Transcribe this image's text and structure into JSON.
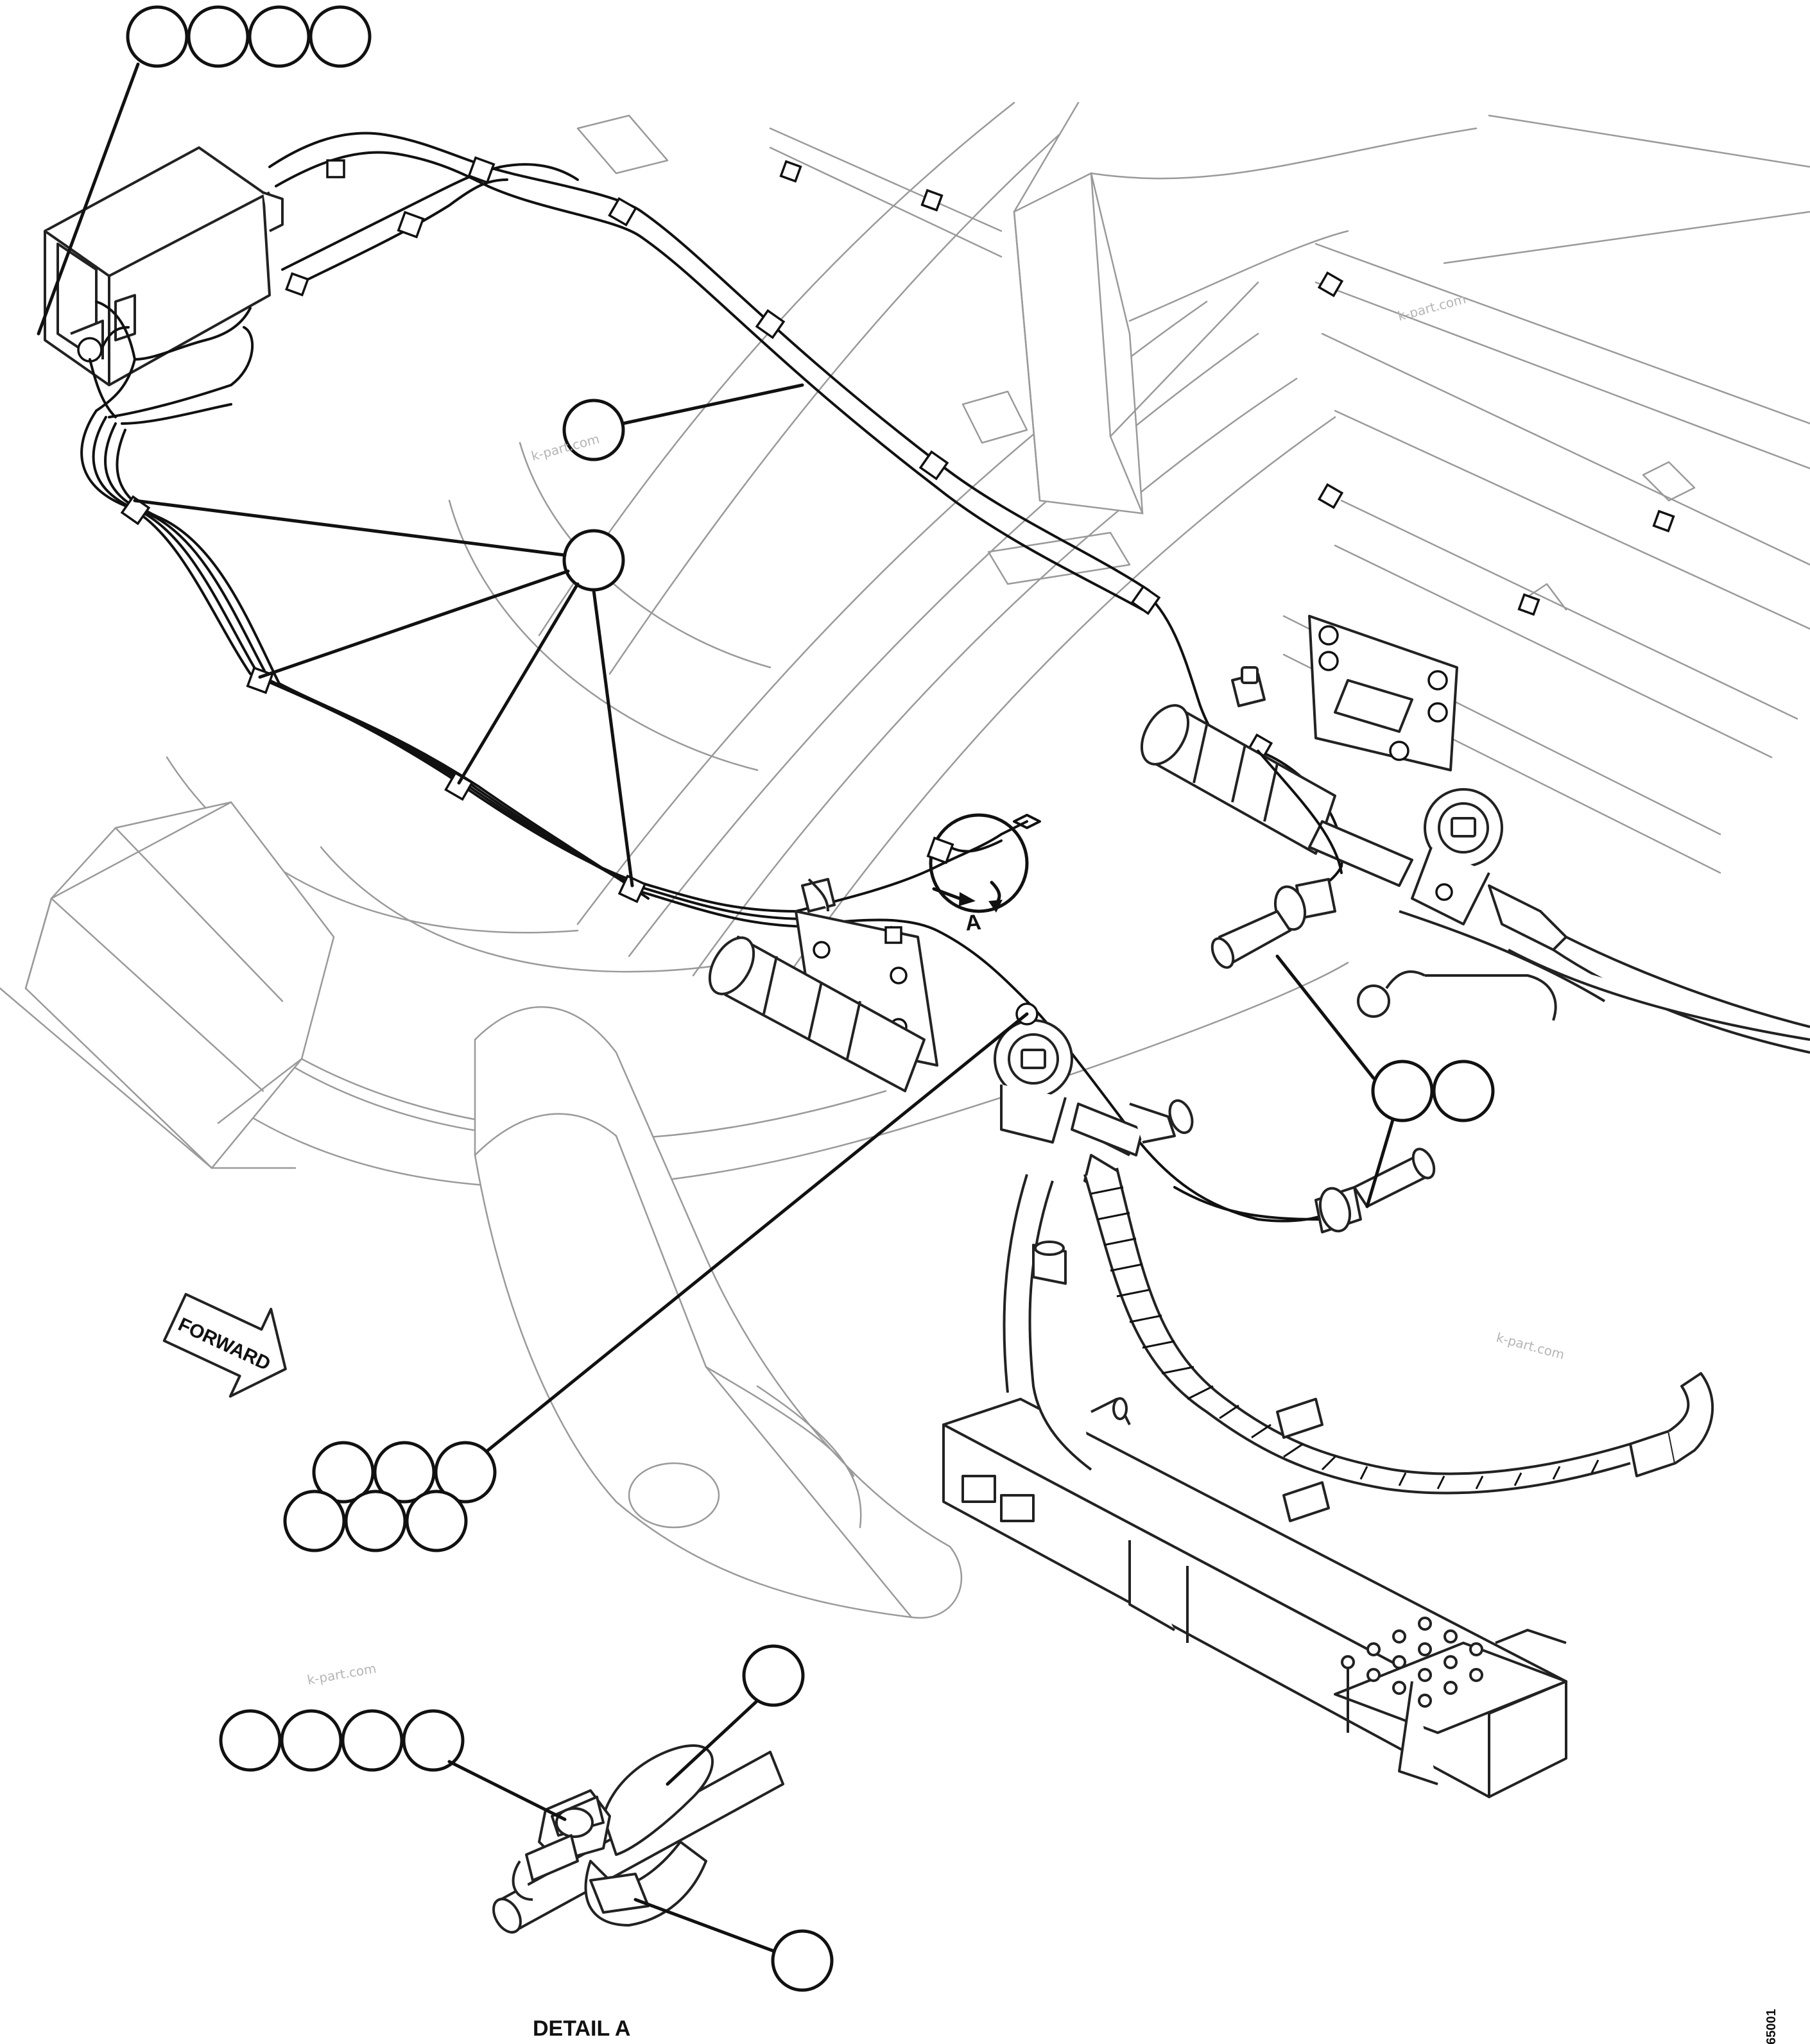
{
  "labels": {
    "forward": "FORWARD",
    "detail_marker": "A",
    "detail_title": "DETAIL A",
    "drawing_number": "65001"
  },
  "watermarks": [
    "k-part.com",
    "k-part.com",
    "k-part.com",
    "k-part.com"
  ],
  "callout_groups": [
    {
      "id": "top-left",
      "bubbles": 4
    },
    {
      "id": "harness-main",
      "bubbles": 1
    },
    {
      "id": "harness-clips",
      "bubbles": 1
    },
    {
      "id": "sensor-right",
      "bubbles": 2
    },
    {
      "id": "lower-left",
      "bubbles": 6
    },
    {
      "id": "detail-nut",
      "bubbles": 4
    },
    {
      "id": "detail-clip-top",
      "bubbles": 1
    },
    {
      "id": "detail-clip-bottom",
      "bubbles": 1
    }
  ],
  "colors": {
    "line": "#111111",
    "faint": "#9a9a9a",
    "background": "#ffffff"
  }
}
